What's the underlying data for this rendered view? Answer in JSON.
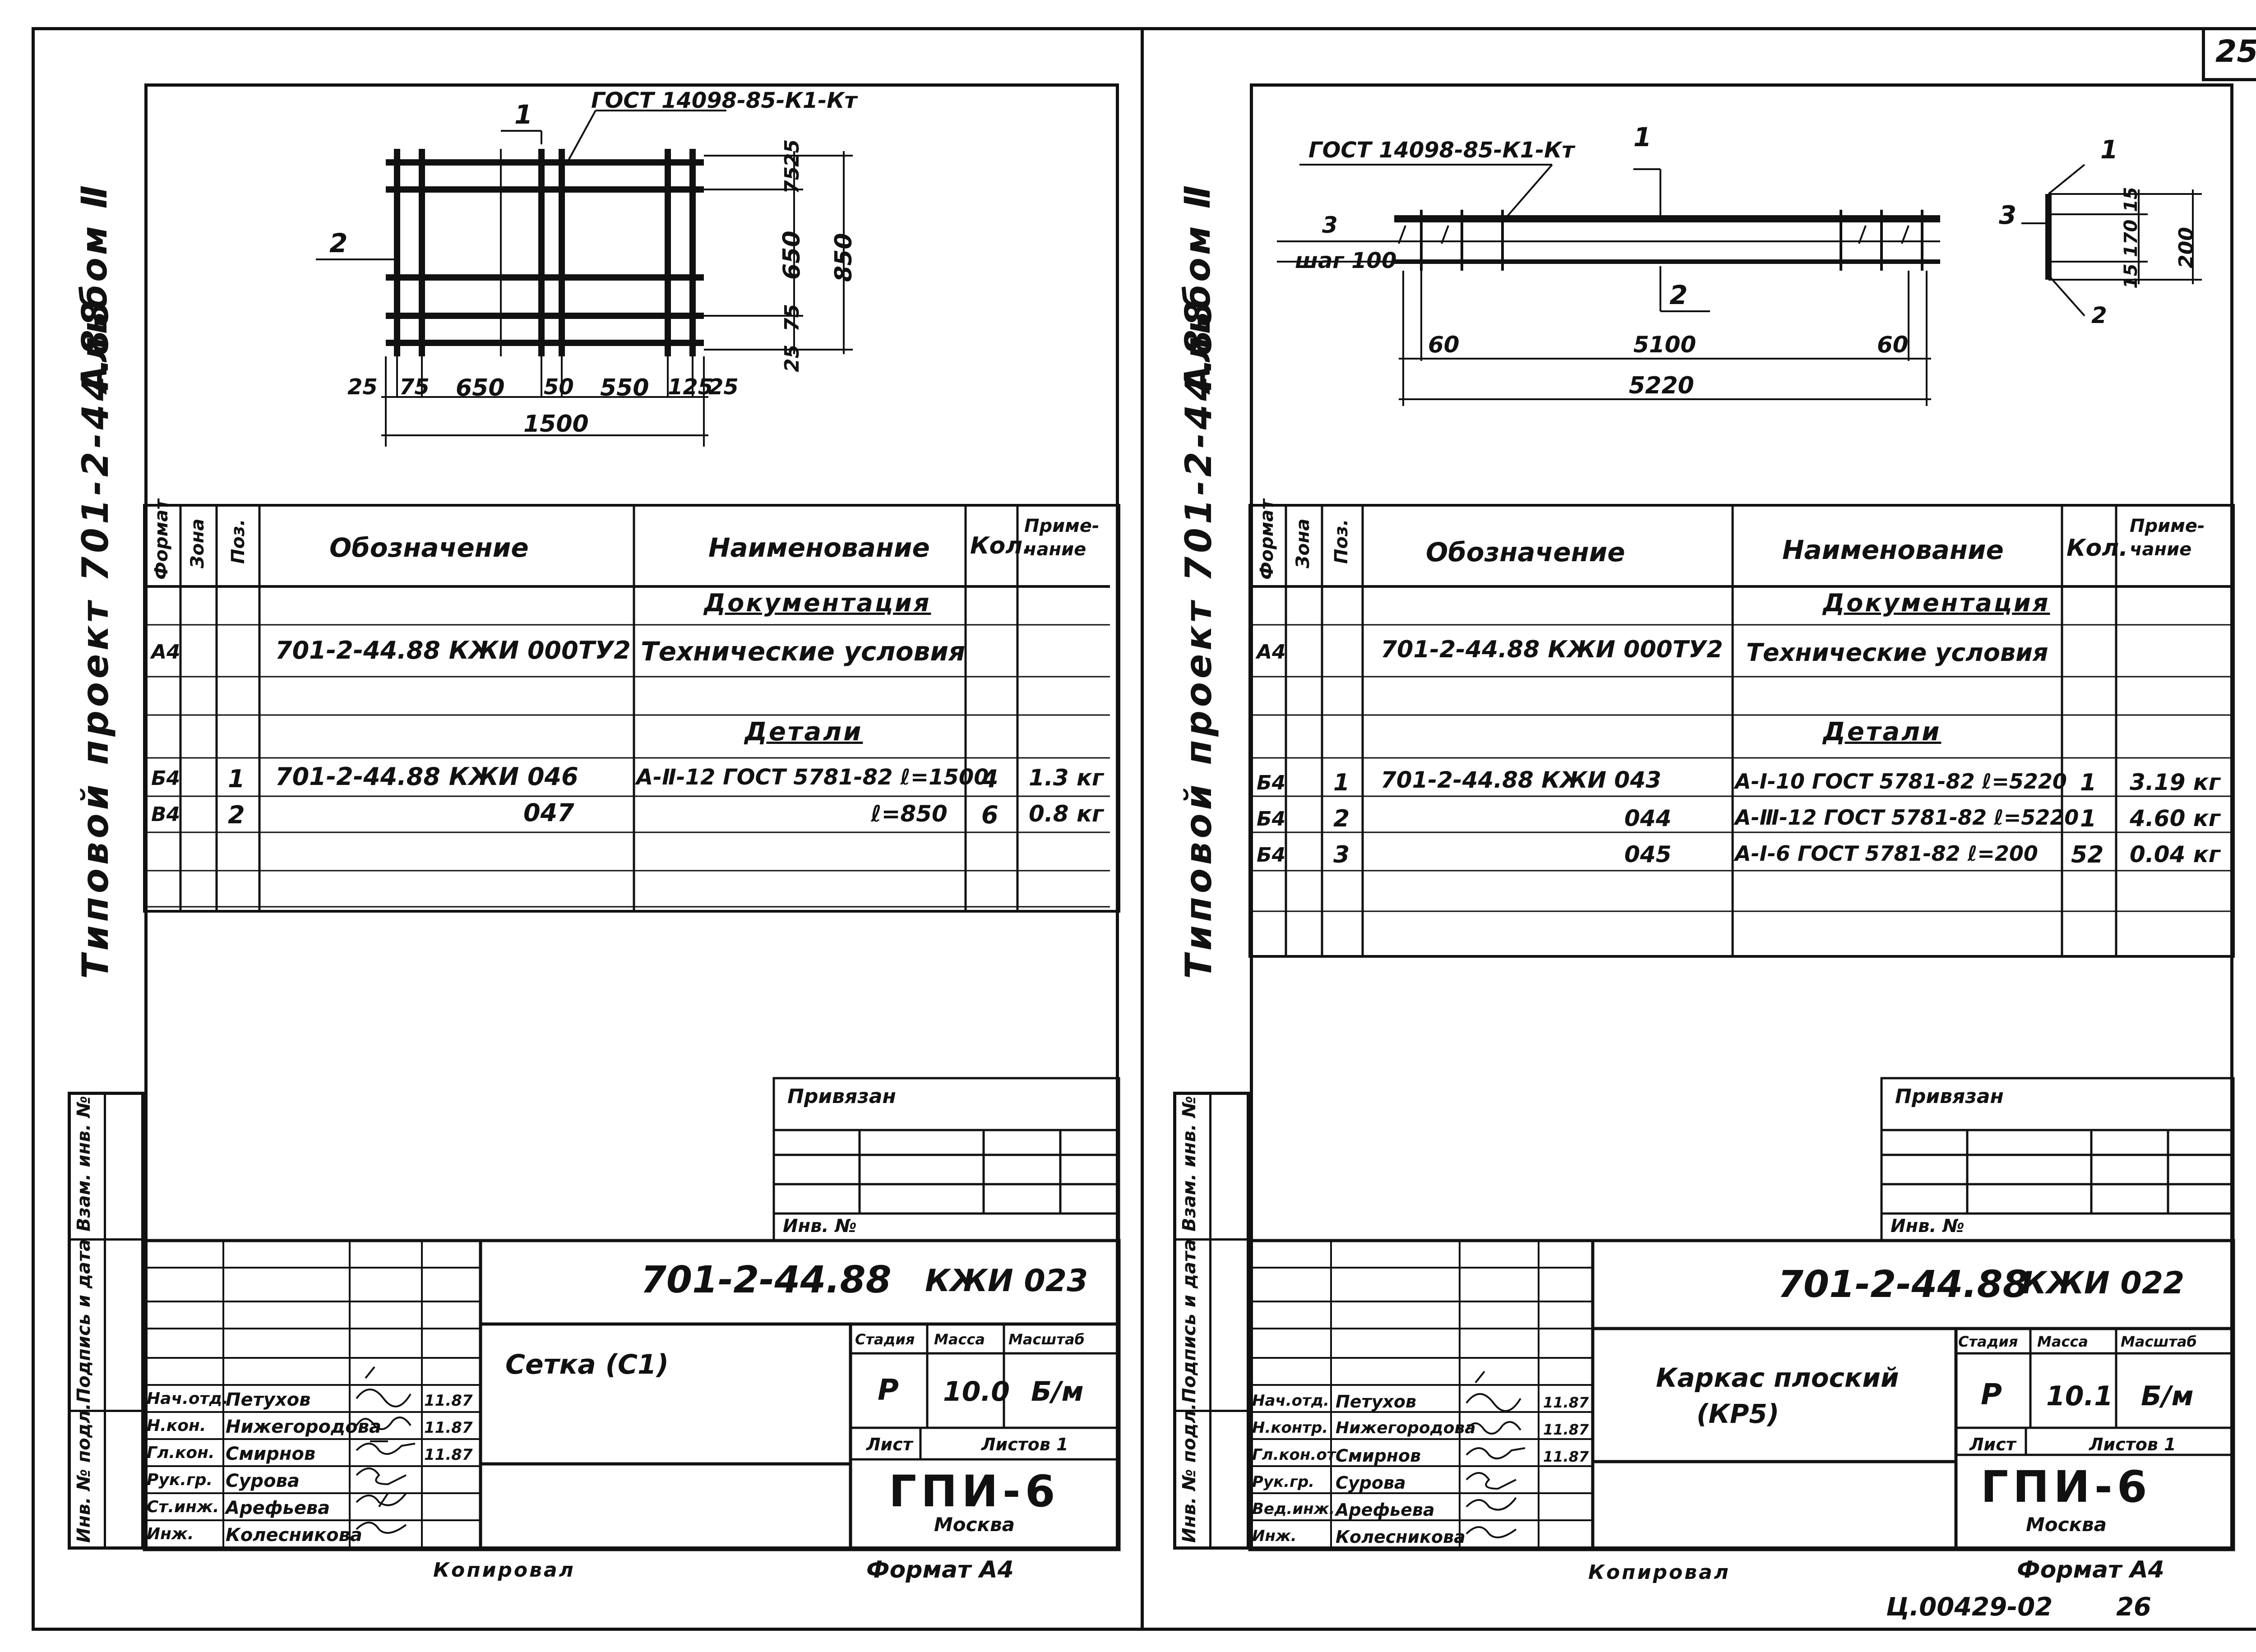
{
  "page_number": "25",
  "bottom_code": "Ц.00429-02",
  "bottom_page": "26",
  "left": {
    "side_title": "Типовой проект 701-2-44.88",
    "side_album": "Альбом Ⅱ",
    "side_stamps": [
      "Инв. № подл.",
      "Подпись и дата",
      "Взам. инв. №"
    ],
    "drawing": {
      "gost": "ГОСТ 14098-85-К1-Кт",
      "pos1": "1",
      "pos2": "2",
      "dims_bottom": [
        "25",
        "75",
        "650",
        "50",
        "550",
        "125",
        "25"
      ],
      "dim_total": "1500",
      "dims_right": [
        "25",
        "75",
        "650",
        "75",
        "25"
      ],
      "dim_right_total": "850"
    },
    "spec": {
      "headers": {
        "format": "Формат",
        "zone": "Зона",
        "pos": "Поз.",
        "designation": "Обозначение",
        "name": "Наименование",
        "qty": "Кол.",
        "note": "Приме-чание"
      },
      "section_docs": "Документация",
      "section_parts": "Детали",
      "rows": [
        {
          "format": "А4",
          "pos": "",
          "designation": "701-2-44.88  КЖИ 000ТУ2",
          "name": "Технические условия",
          "qty": "",
          "note": ""
        },
        {
          "format": "Б4",
          "pos": "1",
          "designation": "701-2-44.88    КЖИ 046",
          "name": "А-Ⅱ-12 ГОСТ 5781-82 ℓ=1500",
          "qty": "4",
          "note": "1.3 кг"
        },
        {
          "format": "В4",
          "pos": "2",
          "designation": "047",
          "name": "ℓ=850",
          "qty": "6",
          "note": "0.8 кг"
        }
      ]
    },
    "privyazan": "Привязан",
    "inv_no": "Инв. №",
    "stamp": {
      "code": "701-2-44.88",
      "code_suffix": "КЖИ 023",
      "title": "Сетка  (С1)",
      "stage_label": "Стадия",
      "mass_label": "Масса",
      "scale_label": "Масштаб",
      "stage": "Р",
      "mass": "10.0",
      "scale": "Б/м",
      "sheet_label": "Лист",
      "sheets_label": "Листов 1",
      "org": "ГПИ-6",
      "city": "Москва",
      "people": [
        {
          "role": "Нач.отд.",
          "name": "Петухов",
          "date": "11.87"
        },
        {
          "role": "Н.кон.",
          "name": "Нижегородова",
          "date": "11.87"
        },
        {
          "role": "Гл.кон.",
          "name": "Смирнов",
          "date": "11.87"
        },
        {
          "role": "Рук.гр.",
          "name": "Сурова",
          "date": ""
        },
        {
          "role": "Ст.инж.",
          "name": "Арефьева",
          "date": ""
        },
        {
          "role": "Инж.",
          "name": "Колесникова",
          "date": ""
        }
      ]
    },
    "copied": "Копировал",
    "format": "Формат А4"
  },
  "right": {
    "side_title": "Типовой проект 701-2-44.88",
    "side_album": "Альбом Ⅱ",
    "side_stamps": [
      "Инв. № подл.",
      "Подпись и дата",
      "Взам. инв. №"
    ],
    "drawing": {
      "gost": "ГОСТ 14098-85-К1-Кт",
      "pos1": "1",
      "pos2": "2",
      "pos3": "3",
      "step": "шаг 100",
      "dims": [
        "60",
        "5100",
        "60"
      ],
      "dim_total": "5220",
      "sec_pos1": "1",
      "sec_pos2": "2",
      "sec_pos3": "3",
      "sec_dims": [
        "15",
        "170",
        "15"
      ],
      "sec_total": "200"
    },
    "spec": {
      "headers": {
        "format": "Формат",
        "zone": "Зона",
        "pos": "Поз.",
        "designation": "Обозначение",
        "name": "Наименование",
        "qty": "Кол.",
        "note": "Приме-чание"
      },
      "section_docs": "Документация",
      "section_parts": "Детали",
      "rows": [
        {
          "format": "А4",
          "pos": "",
          "designation": "701-2-44.88  КЖИ 000ТУ2",
          "name": "Технические условия",
          "qty": "",
          "note": ""
        },
        {
          "format": "Б4",
          "pos": "1",
          "designation": "701-2-44.88   КЖИ 043",
          "name": "А-Ⅰ-10 ГОСТ 5781-82 ℓ=5220",
          "qty": "1",
          "note": "3.19 кг"
        },
        {
          "format": "Б4",
          "pos": "2",
          "designation": "044",
          "name": "А-Ⅲ-12 ГОСТ 5781-82 ℓ=5220",
          "qty": "1",
          "note": "4.60 кг"
        },
        {
          "format": "Б4",
          "pos": "3",
          "designation": "045",
          "name": "А-Ⅰ-6 ГОСТ 5781-82 ℓ=200",
          "qty": "52",
          "note": "0.04 кг"
        }
      ]
    },
    "privyazan": "Привязан",
    "inv_no": "Инв. №",
    "stamp": {
      "code": "701-2-44.88",
      "code_suffix": "КЖИ 022",
      "title": "Каркас плоский",
      "title2": "(КР5)",
      "stage_label": "Стадия",
      "mass_label": "Масса",
      "scale_label": "Масштаб",
      "stage": "Р",
      "mass": "10.1",
      "scale": "Б/м",
      "sheet_label": "Лист",
      "sheets_label": "Листов 1",
      "org": "ГПИ-6",
      "city": "Москва",
      "people": [
        {
          "role": "Нач.отд.",
          "name": "Петухов",
          "date": "11.87"
        },
        {
          "role": "Н.контр.",
          "name": "Нижегородова",
          "date": "11.87"
        },
        {
          "role": "Гл.кон.от.",
          "name": "Смирнов",
          "date": "11.87"
        },
        {
          "role": "Рук.гр.",
          "name": "Сурова",
          "date": ""
        },
        {
          "role": "Вед.инж.",
          "name": "Арефьева",
          "date": ""
        },
        {
          "role": "Инж.",
          "name": "Колесникова",
          "date": ""
        }
      ]
    },
    "copied": "Копировал",
    "format": "Формат А4"
  }
}
